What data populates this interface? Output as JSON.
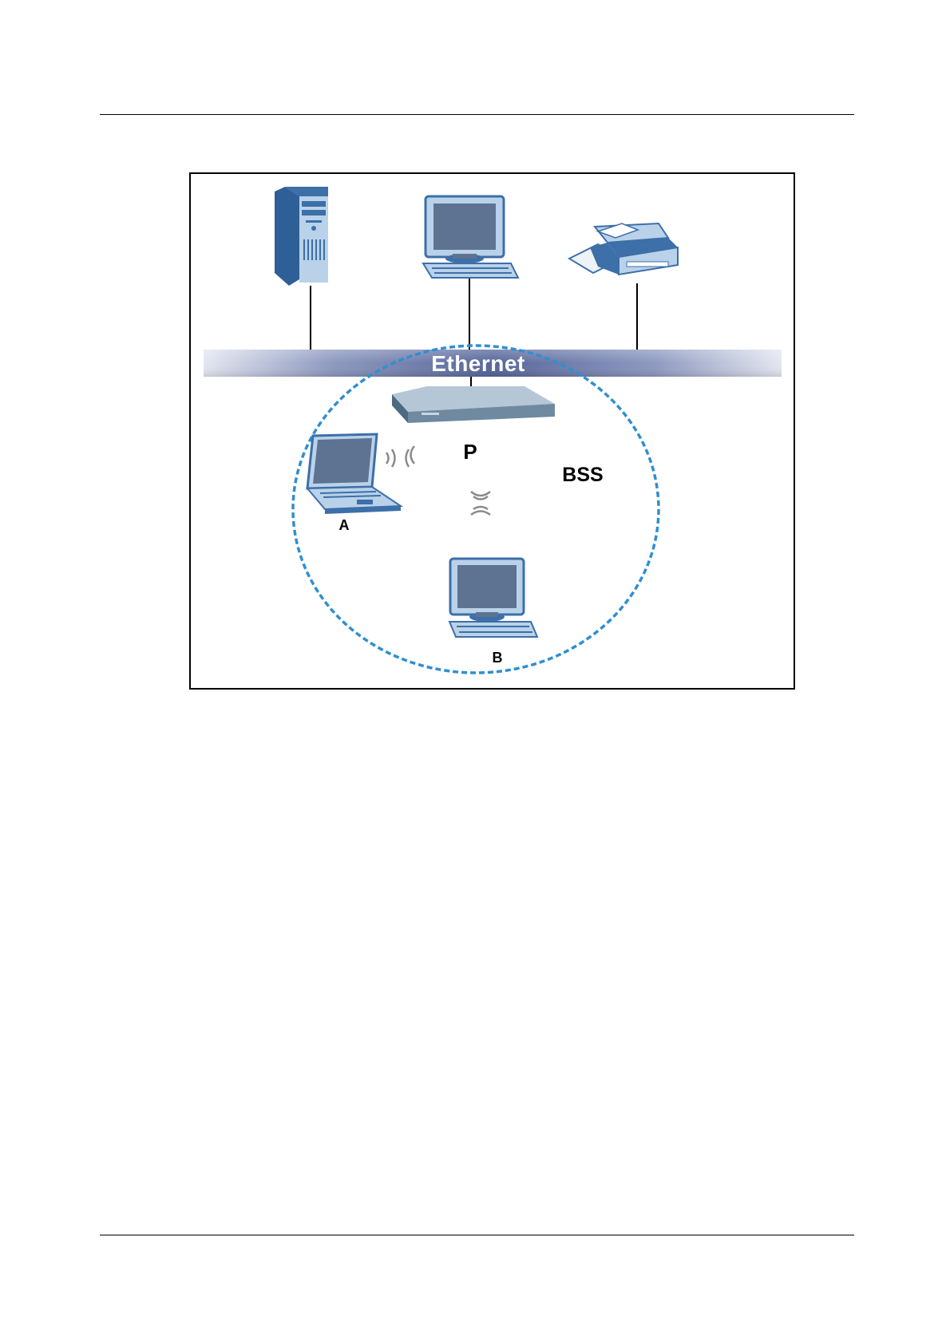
{
  "diagram": {
    "network_label": "Ethernet",
    "access_point_label": "P",
    "bss_label": "BSS",
    "station_a_label": "A",
    "station_b_label": "B"
  },
  "colors": {
    "device_blue": "#3d6fa8",
    "device_light": "#b9d2ea",
    "screen": "#5d7391",
    "ethernet_band": "#5f6fa0",
    "bss_circle": "#2f8fd0",
    "access_point": "#6f8aa0"
  },
  "icons": [
    "server-tower-icon",
    "desktop-computer-icon",
    "printer-icon",
    "access-point-icon",
    "laptop-icon",
    "wireless-signal-icon"
  ]
}
